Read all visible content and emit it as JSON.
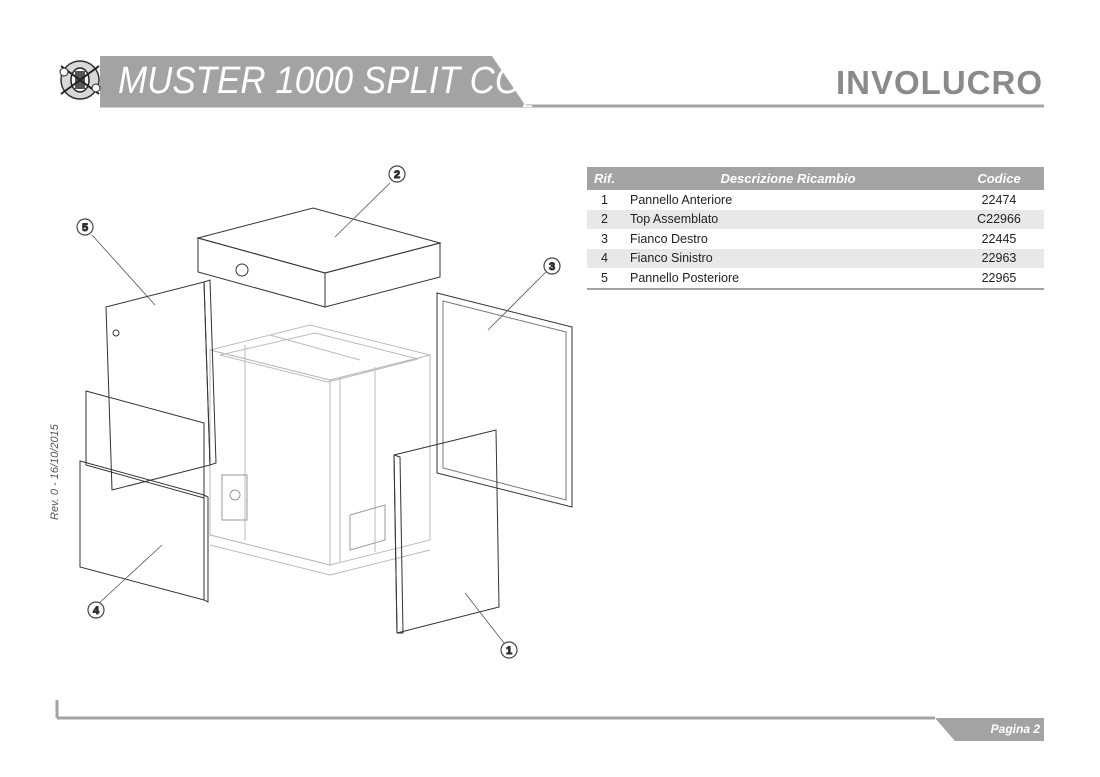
{
  "header": {
    "product_title": "MUSTER 1000 SPLIT CO",
    "product_title_subscript": "2",
    "section_title": "INVOLUCRO"
  },
  "table": {
    "headers": [
      "Rif.",
      "Descrizione Ricambio",
      "Codice"
    ],
    "rows": [
      {
        "ref": "1",
        "desc": "Pannello Anteriore",
        "code": "22474"
      },
      {
        "ref": "2",
        "desc": "Top Assemblato",
        "code": "C22966"
      },
      {
        "ref": "3",
        "desc": "Fianco Destro",
        "code": "22445"
      },
      {
        "ref": "4",
        "desc": "Fianco Sinistro",
        "code": "22963"
      },
      {
        "ref": "5",
        "desc": "Pannello Posteriore",
        "code": "22965"
      }
    ]
  },
  "callouts": [
    "1",
    "2",
    "3",
    "4",
    "5"
  ],
  "revision": "Rev. 0 - 16/10/2015",
  "footer": {
    "page_label": "Pagina 2"
  },
  "colors": {
    "band_gray": "#a3a3a3",
    "title_gray": "#8a8a8a",
    "row_alt": "#e8e8e8"
  },
  "icons": [
    "compressor-logo-icon"
  ]
}
